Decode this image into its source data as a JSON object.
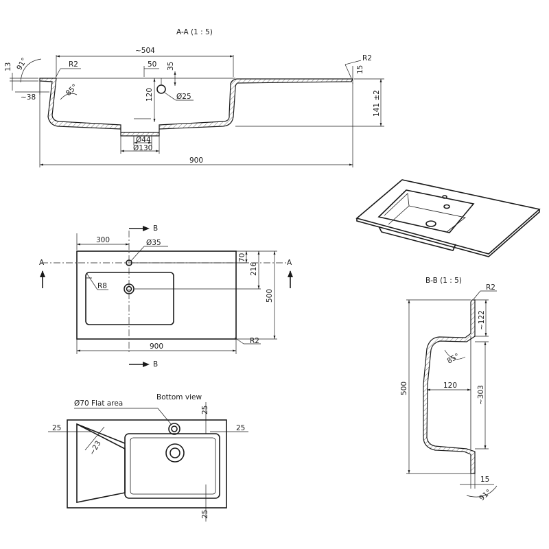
{
  "section_aa": {
    "title": "A-A  (1 : 5)",
    "dims": {
      "width_approx": "~504",
      "r2_left": "R2",
      "d50": "50",
      "d35": "35",
      "d120": "120",
      "tap_hole": "Ø25",
      "angle_85": "85°",
      "angle_91": "91°",
      "d13": "13",
      "d38": "~38",
      "r2_right": "R2",
      "d15": "15",
      "d141": "141 ±2",
      "drain_44": "Ø44",
      "drain_130": "Ø130",
      "total_900": "900"
    }
  },
  "top_view": {
    "marker_a_left": "A",
    "marker_a_right": "A",
    "marker_b_top": "B",
    "marker_b_bottom": "B",
    "d300": "300",
    "tap_35": "Ø35",
    "r8": "R8",
    "d70": "70",
    "d216": "216",
    "d500": "500",
    "d900": "900",
    "r2": "R2"
  },
  "section_bb": {
    "title": "B-B  (1 : 5)",
    "r2": "R2",
    "d122": "~122",
    "angle_85": "85°",
    "d120": "120",
    "d303": "~303",
    "d500": "500",
    "d15": "15",
    "angle_91": "91°"
  },
  "bottom_view": {
    "flat_area": "Ø70 Flat area",
    "title": "Bottom view",
    "d25_top": "25",
    "d25_left": "25",
    "d25_right": "25",
    "d25_bottom": "25",
    "d23": "~23"
  }
}
